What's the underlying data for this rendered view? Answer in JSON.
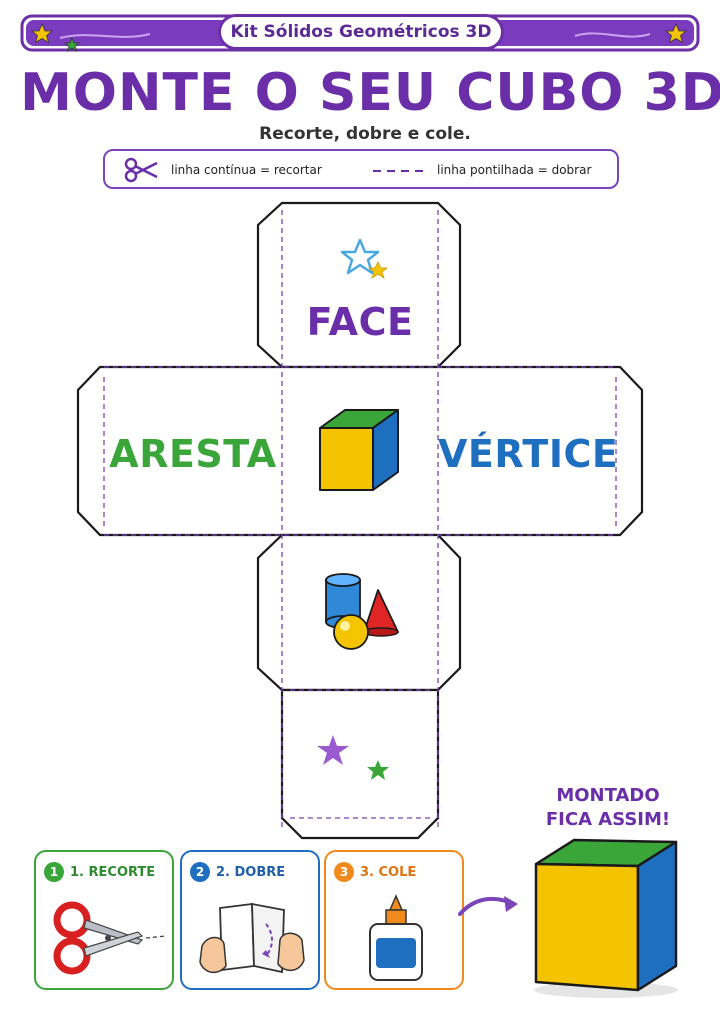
{
  "banner": {
    "kit_title": "Kit Sólidos Geométricos 3D"
  },
  "title": "MONTE O SEU CUBO 3D",
  "subtitle": "Recorte, dobre e cole.",
  "legend": {
    "cut_text": "linha contínua = recortar",
    "fold_text": "linha pontilhada = dobrar"
  },
  "net": {
    "top_face": "FACE",
    "left_face": "ARESTA",
    "right_face": "VÉRTICE"
  },
  "steps": [
    {
      "number": "1",
      "label": "1. RECORTE"
    },
    {
      "number": "2",
      "label": "2. DOBRE"
    },
    {
      "number": "3",
      "label": "3. COLE"
    }
  ],
  "assembled": {
    "line1": "MONTADO",
    "line2": "FICA ASSIM!"
  },
  "colors": {
    "purple": "#6a2fa8",
    "green": "#3aa63a",
    "blue": "#1f6fc0",
    "yellow": "#f5c400",
    "red": "#e02525",
    "orange": "#f08a1c"
  }
}
